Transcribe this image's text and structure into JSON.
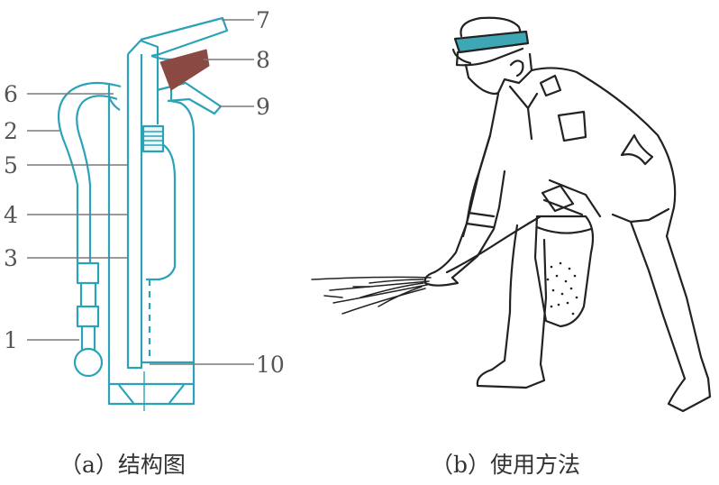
{
  "structure_diagram": {
    "callouts_left": [
      "6",
      "2",
      "5",
      "4",
      "3",
      "1"
    ],
    "callouts_right": [
      "7",
      "8",
      "9",
      "10"
    ],
    "caption": "（a）结构图",
    "line_color": "#2aa3b8"
  },
  "usage_diagram": {
    "caption": "（b）使用方法",
    "line_color": "#222222"
  }
}
